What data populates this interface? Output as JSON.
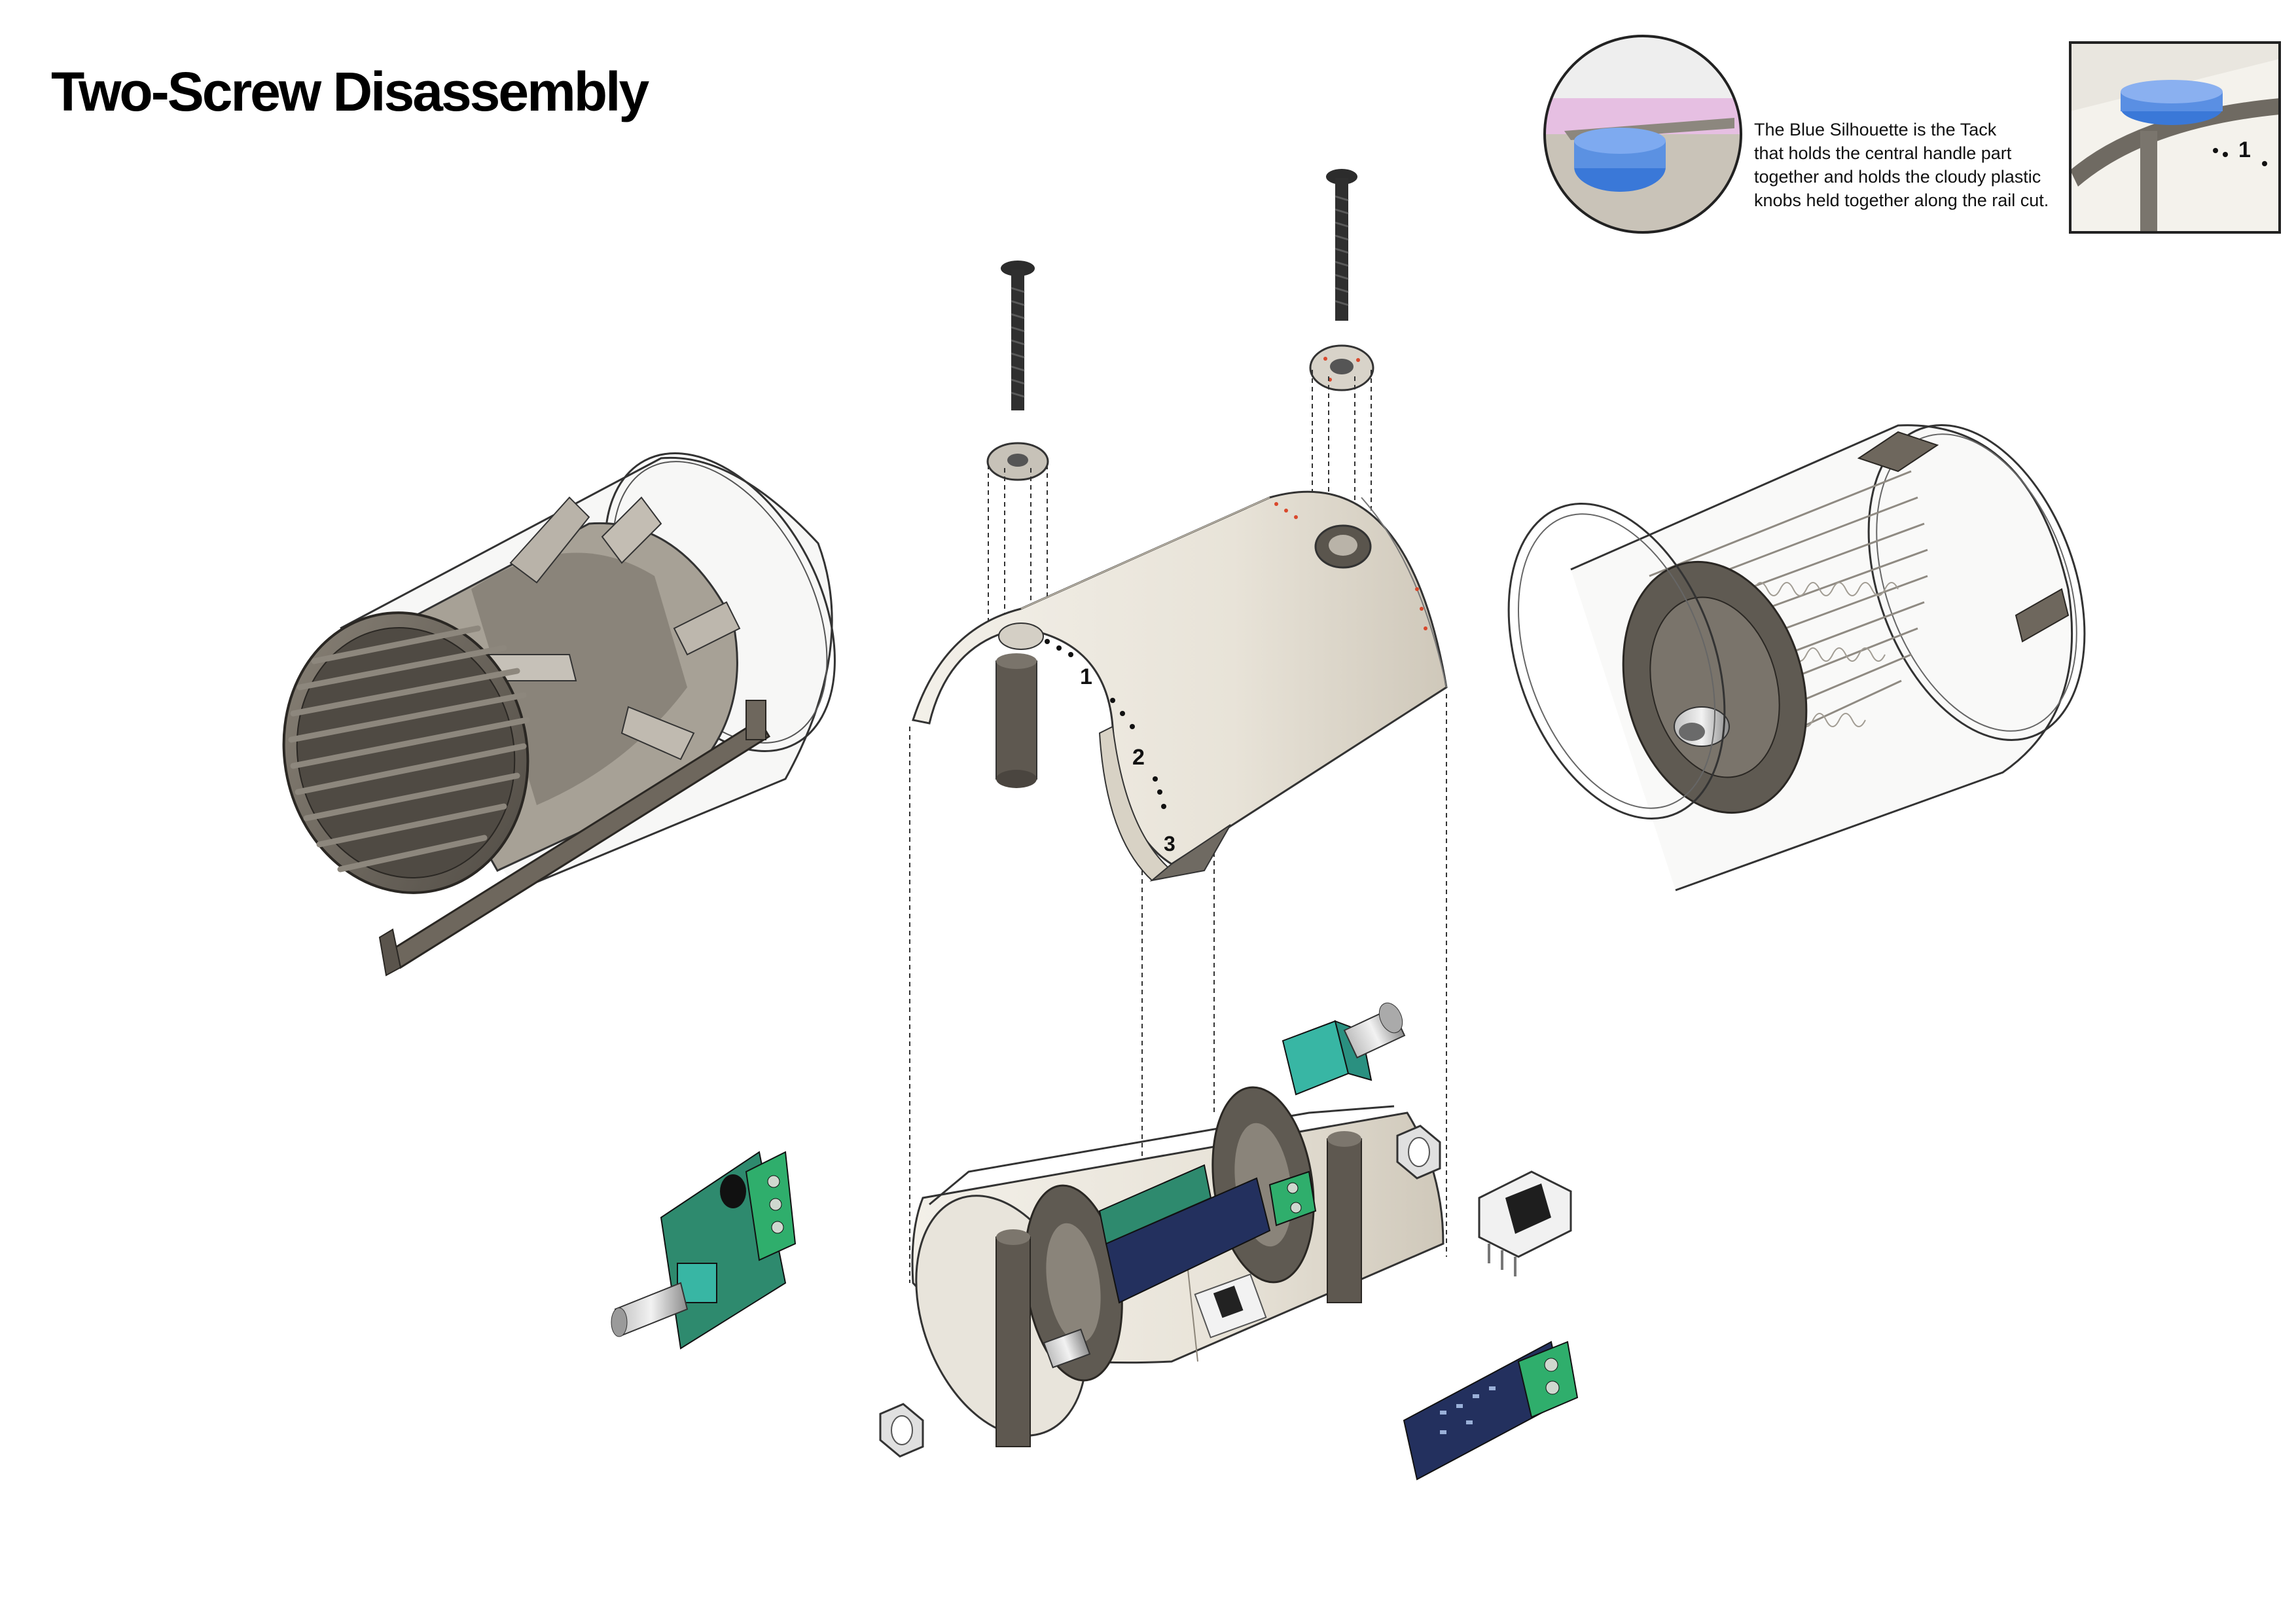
{
  "page": {
    "title": "Two-Screw Disassembly"
  },
  "detail_callout": {
    "caption_lines": [
      "The Blue Silhouette is the Tack",
      "that holds the central handle part",
      "together and holds the cloudy plastic",
      "knobs held together along the rail cut."
    ],
    "tack_color": "#3a78d8"
  },
  "sleeve_markings": [
    "1",
    "2",
    "3"
  ],
  "colors": {
    "housing_dark": "#6e675d",
    "shell_cream": "#ece8df",
    "pcb_green": "#2e8a6e",
    "pcb_blue": "#23305e",
    "terminal_green": "#2fae6c",
    "pot_teal": "#38b6a4",
    "accent_red": "#d9482c"
  }
}
